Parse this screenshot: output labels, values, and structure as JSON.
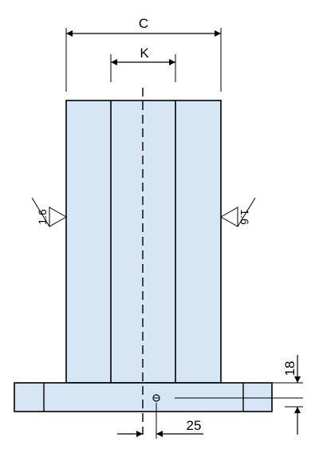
{
  "colors": {
    "part_fill": "#d6e6f5",
    "line": "#000000",
    "background": "#ffffff"
  },
  "dimensions": {
    "overall_width_label": "C",
    "inner_width_label": "K",
    "flange_thickness_value": "18",
    "hole_offset_value": "25"
  },
  "surface_finish": {
    "left_value": "1.6",
    "right_value": "1.6"
  }
}
